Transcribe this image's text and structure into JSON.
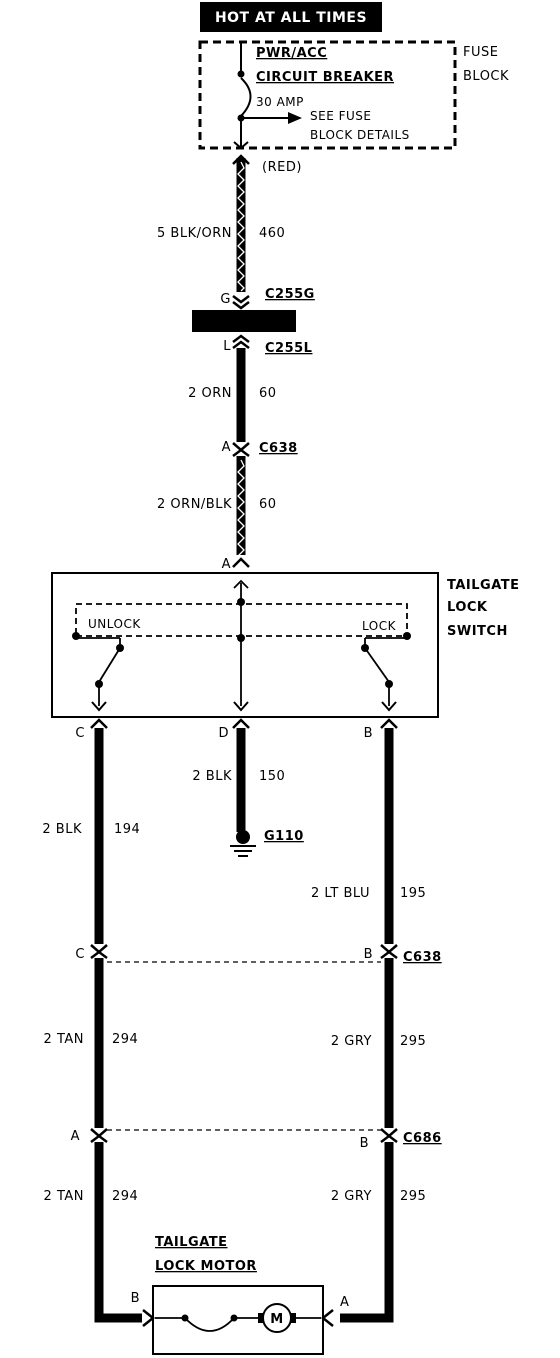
{
  "header": {
    "hot_label": "HOT AT ALL TIMES"
  },
  "fuse_block": {
    "title_line1": "FUSE",
    "title_line2": "BLOCK",
    "breaker_line1": "PWR/ACC",
    "breaker_line2": "CIRCUIT BREAKER",
    "rating": "30 AMP",
    "see_line1": "SEE FUSE",
    "see_line2": "BLOCK DETAILS"
  },
  "wires": {
    "feed_color_note": "(RED)",
    "w460": {
      "gauge_color": "5 BLK/ORN",
      "circuit": "460"
    },
    "w60a": {
      "gauge_color": "2 ORN",
      "circuit": "60"
    },
    "w60b": {
      "gauge_color": "2 ORN/BLK",
      "circuit": "60"
    },
    "w150": {
      "gauge_color": "2 BLK",
      "circuit": "150"
    },
    "w194": {
      "gauge_color": "2 BLK",
      "circuit": "194"
    },
    "w195": {
      "gauge_color": "2 LT BLU",
      "circuit": "195"
    },
    "w294a": {
      "gauge_color": "2 TAN",
      "circuit": "294"
    },
    "w295a": {
      "gauge_color": "2 GRY",
      "circuit": "295"
    },
    "w294b": {
      "gauge_color": "2 TAN",
      "circuit": "294"
    },
    "w295b": {
      "gauge_color": "2 GRY",
      "circuit": "295"
    }
  },
  "connectors": {
    "c255g": {
      "name": "C255G",
      "pin": "G"
    },
    "c255l": {
      "name": "C255L",
      "pin": "L"
    },
    "c638_top": {
      "name": "C638",
      "pin": "A"
    },
    "c638_bottom": {
      "name": "C638",
      "pin_left": "C",
      "pin_right": "B"
    },
    "c686": {
      "name": "C686",
      "pin_left": "A",
      "pin_right": "B"
    }
  },
  "switch": {
    "title_line1": "TAILGATE",
    "title_line2": "LOCK",
    "title_line3": "SWITCH",
    "pos_unlock": "UNLOCK",
    "pos_lock": "LOCK",
    "pin_a": "A",
    "pin_c": "C",
    "pin_d": "D",
    "pin_b": "B"
  },
  "ground": {
    "name": "G110"
  },
  "motor": {
    "title_line1": "TAILGATE",
    "title_line2": "LOCK MOTOR",
    "symbol": "M",
    "pin_b": "B",
    "pin_a": "A"
  }
}
